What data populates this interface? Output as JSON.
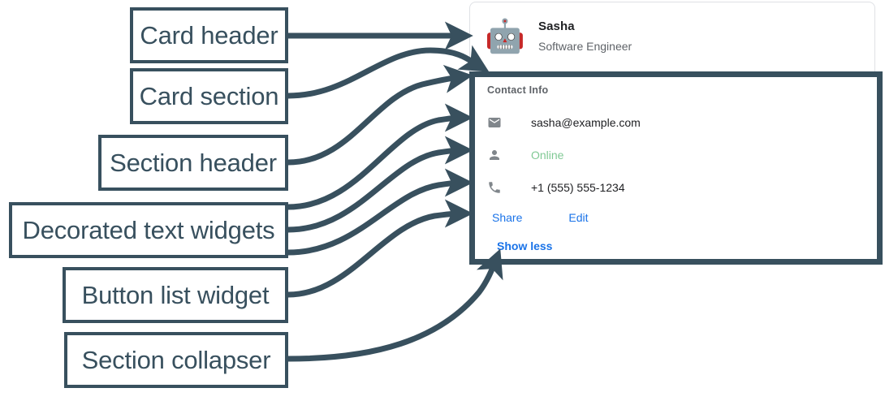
{
  "annotations": {
    "boxes": [
      {
        "id": "card-header",
        "label": "Card header"
      },
      {
        "id": "card-section",
        "label": "Card section"
      },
      {
        "id": "section-header",
        "label": "Section header"
      },
      {
        "id": "decorated-text",
        "label": "Decorated text widgets"
      },
      {
        "id": "button-list",
        "label": "Button list widget"
      },
      {
        "id": "section-collapser",
        "label": "Section collapser"
      }
    ],
    "stroke_color": "#38505e",
    "box_fill": "#ffffff"
  },
  "card": {
    "header": {
      "avatar_icon": "robot-emoji",
      "avatar_glyph": "🤖",
      "name": "Sasha",
      "role": "Software Engineer"
    },
    "section": {
      "header": "Contact Info",
      "rows": [
        {
          "icon": "email-icon",
          "text": "sasha@example.com",
          "style": "default"
        },
        {
          "icon": "person-icon",
          "text": "Online",
          "style": "online"
        },
        {
          "icon": "phone-icon",
          "text": "+1 (555) 555-1234",
          "style": "default"
        }
      ],
      "buttons": [
        {
          "label": "Share"
        },
        {
          "label": "Edit"
        }
      ],
      "collapser": {
        "label": "Show less"
      }
    }
  },
  "colors": {
    "accent_link": "#1a73e8",
    "status_online": "#81c995",
    "annotation": "#38505e",
    "text_primary": "#202124",
    "text_secondary": "#5f6368",
    "card_border": "#dfe1e5"
  }
}
